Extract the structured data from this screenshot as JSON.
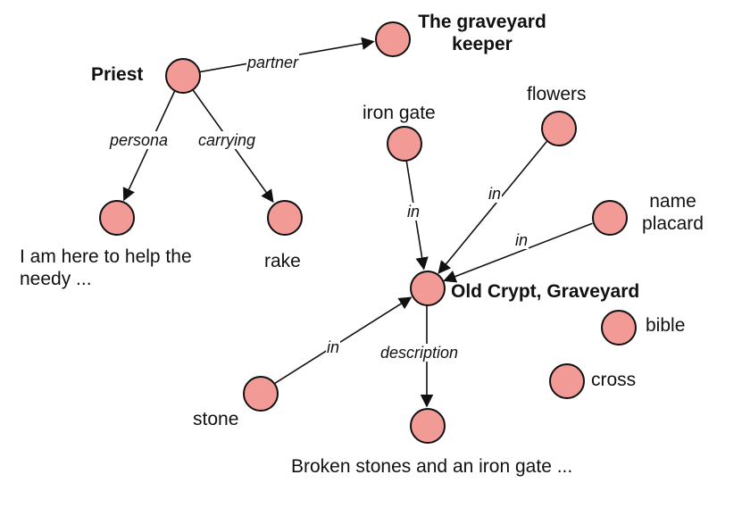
{
  "nodes": [
    {
      "id": "priest",
      "label": "Priest"
    },
    {
      "id": "keeper",
      "label": "The graveyard keeper"
    },
    {
      "id": "persona_val",
      "label": "I am here to help the needy ..."
    },
    {
      "id": "rake",
      "label": "rake"
    },
    {
      "id": "iron_gate",
      "label": "iron gate"
    },
    {
      "id": "flowers",
      "label": "flowers"
    },
    {
      "id": "name_placard",
      "label": "name placard"
    },
    {
      "id": "crypt",
      "label": "Old Crypt, Graveyard"
    },
    {
      "id": "bible",
      "label": "bible"
    },
    {
      "id": "cross",
      "label": "cross"
    },
    {
      "id": "stone",
      "label": "stone"
    },
    {
      "id": "desc_val",
      "label": "Broken stones and an iron gate ..."
    }
  ],
  "edges": [
    {
      "id": "e-partner",
      "from": "priest",
      "to": "keeper",
      "label": "partner"
    },
    {
      "id": "e-persona",
      "from": "priest",
      "to": "persona_val",
      "label": "persona"
    },
    {
      "id": "e-carrying",
      "from": "priest",
      "to": "rake",
      "label": "carrying"
    },
    {
      "id": "e-iron-in",
      "from": "iron_gate",
      "to": "crypt",
      "label": "in"
    },
    {
      "id": "e-flowers-in",
      "from": "flowers",
      "to": "crypt",
      "label": "in"
    },
    {
      "id": "e-placard-in",
      "from": "name_placard",
      "to": "crypt",
      "label": "in"
    },
    {
      "id": "e-stone-in",
      "from": "stone",
      "to": "crypt",
      "label": "in"
    },
    {
      "id": "e-description",
      "from": "crypt",
      "to": "desc_val",
      "label": "description"
    }
  ],
  "colors": {
    "node_fill": "#f29a96",
    "stroke": "#111111"
  }
}
